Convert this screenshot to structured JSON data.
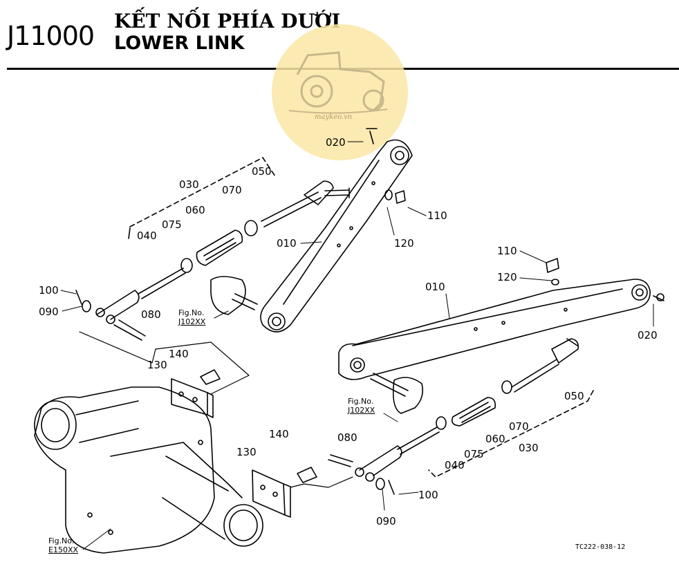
{
  "header": {
    "code": "J11000",
    "title_vi": "KẾT NỐI PHÍA DƯỚI",
    "title_en": "LOWER LINK"
  },
  "watermark": {
    "text": "maykeo.vn",
    "icon": "tractor-icon",
    "color": "#fbe6a6"
  },
  "labels": {
    "p020a": "020",
    "p030a": "030",
    "p050a": "050",
    "p070a": "070",
    "p060a": "060",
    "p075a": "075",
    "p040a": "040",
    "p010a": "010",
    "p110a": "110",
    "p120a": "120",
    "p100a": "100",
    "p090a": "090",
    "p080a": "080",
    "p130a": "130",
    "p140a": "140",
    "p110b": "110",
    "p120b": "120",
    "p010b": "010",
    "p020b": "020",
    "p050b": "050",
    "p070b": "070",
    "p060b": "060",
    "p075b": "075",
    "p030b": "030",
    "p040b": "040",
    "p080b": "080",
    "p140b": "140",
    "p130b": "130",
    "p100b": "100",
    "p090b": "090"
  },
  "figrefs": {
    "upper": {
      "title": "Fig.No.",
      "code": "J102XX"
    },
    "right": {
      "title": "Fig.No.",
      "code": "J102XX"
    },
    "bottom": {
      "title": "Fig.No.",
      "code": "E150XX"
    }
  },
  "footer": {
    "code": "TC222-038-12"
  }
}
